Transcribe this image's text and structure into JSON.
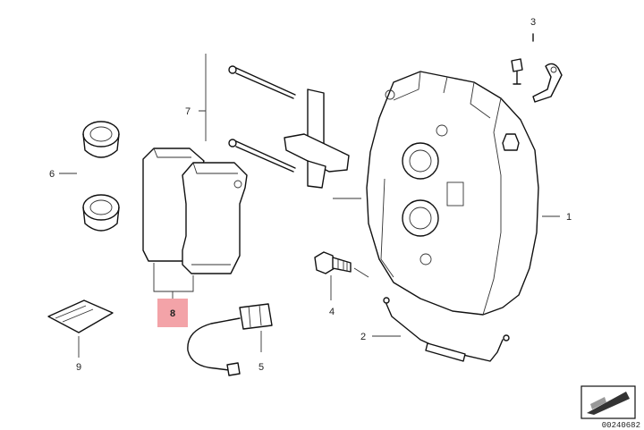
{
  "callouts": [
    {
      "id": "1",
      "part": "brake-caliper"
    },
    {
      "id": "2",
      "part": "brake-line"
    },
    {
      "id": "3",
      "part": "bleeder-screw"
    },
    {
      "id": "4",
      "part": "mounting-bolt"
    },
    {
      "id": "5",
      "part": "wear-sensor"
    },
    {
      "id": "6",
      "part": "piston-seals"
    },
    {
      "id": "7",
      "part": "pins-and-spring"
    },
    {
      "id": "8",
      "part": "brake-pads",
      "highlighted": true
    },
    {
      "id": "9",
      "part": "grease-packet"
    }
  ],
  "labels": {
    "c1": "1",
    "c2": "2",
    "c3": "3",
    "c4": "4",
    "c5": "5",
    "c6": "6",
    "c7": "7",
    "c8": "8",
    "c9": "9"
  },
  "footer_code": "00240682",
  "colors": {
    "highlight": "#f3a3a8",
    "line": "#111111"
  },
  "icons": {
    "corner": "document-arrow-icon"
  }
}
